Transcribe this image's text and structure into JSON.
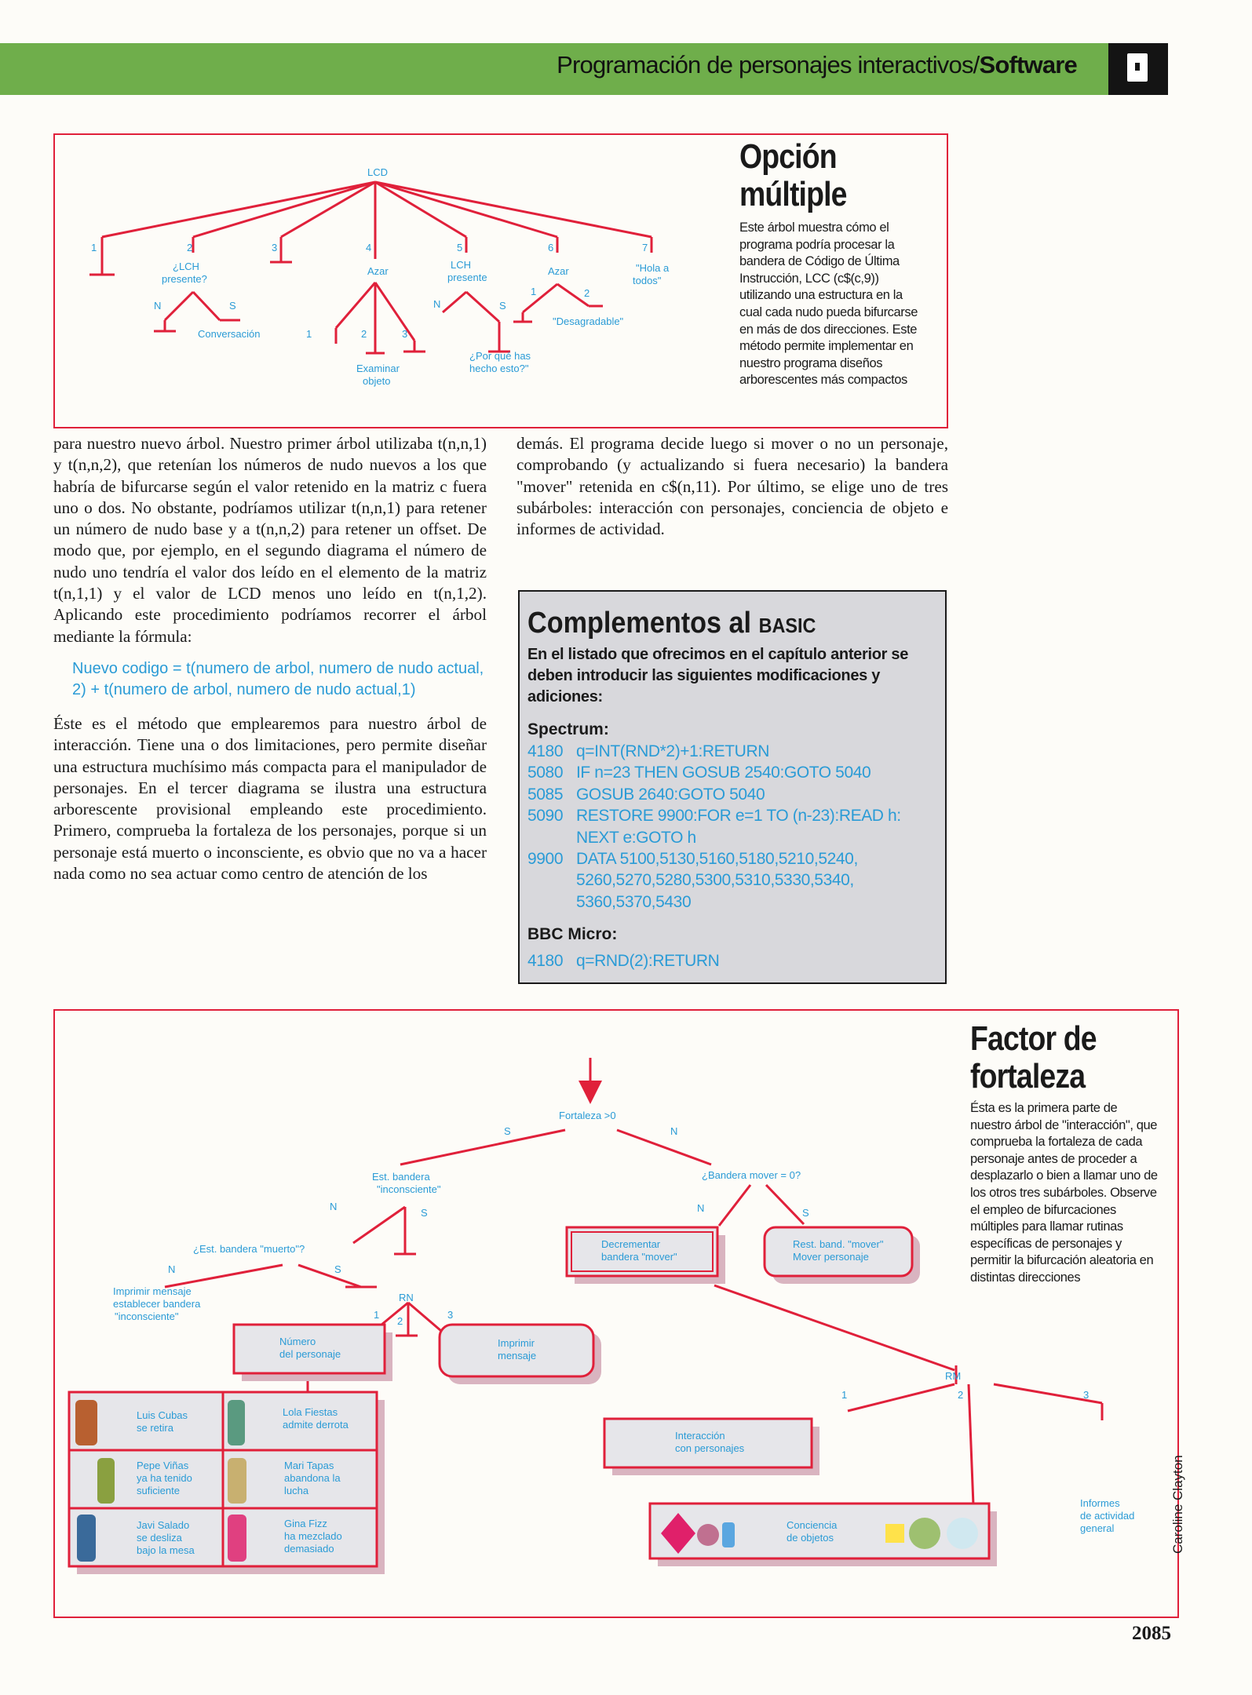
{
  "header": {
    "title_normal": "Programación de personajes interactivos/",
    "title_bold": "Software"
  },
  "figure1": {
    "title_line1": "Opción",
    "title_line2": "múltiple",
    "caption": "Este árbol muestra cómo el programa podría procesar la bandera de Código de Última Instrucción, LCC (c$(c,9)) utilizando una estructura en la cual cada nudo pueda bifurcarse en más de dos direcciones. Este método permite implementar en nuestro programa diseños arborescentes más compactos",
    "nodes": {
      "root": "LCD",
      "n1": "1",
      "n2": "2",
      "n3": "3",
      "n4": "4",
      "n5": "5",
      "n6": "6",
      "n7": "7",
      "lch_q1": "¿LCH",
      "lch_q2": "presente?",
      "azar": "Azar",
      "lch1": "LCH",
      "lch2": "presente",
      "hola1": "\"Hola a",
      "hola2": "todos\"",
      "no": "N",
      "si": "S",
      "conversacion": "Conversación",
      "examinar1": "Examinar",
      "examinar2": "objeto",
      "porque1": "¿Por qué has",
      "porque2": "hecho esto?\"",
      "desagradable": "\"Desagradable\""
    }
  },
  "body_left": {
    "p1": "para nuestro nuevo árbol. Nuestro primer árbol utilizaba t(n,n,1) y t(n,n,2), que retenían los números de nudo nuevos a los que habría de bifurcarse según el valor retenido en la matriz c fuera uno o dos. No obstante, podríamos utilizar t(n,n,1) para retener un número de nudo base y a t(n,n,2) para retener un offset. De modo que, por ejemplo, en el segundo diagrama el número de nudo uno tendría el valor dos leído en el elemento de la matriz t(n,1,1) y el valor de LCD menos uno leído en t(n,1,2). Aplicando este procedimiento podríamos recorrer el árbol mediante la fórmula:",
    "formula": "Nuevo codigo = t(numero de arbol, numero de nudo actual, 2) + t(numero de arbol, numero de nudo actual,1)",
    "p2": "Éste es el método que emplearemos para nuestro árbol de interacción. Tiene una o dos limitaciones, pero permite diseñar una estructura muchísimo más compacta para el manipulador de personajes. En el tercer diagrama se ilustra una estructura arborescente provisional empleando este procedimiento. Primero, comprueba la fortaleza de los personajes, porque si un personaje está muerto o inconsciente, es obvio que no va a hacer nada como no sea actuar como centro de atención de los"
  },
  "body_right": {
    "p1": "demás. El programa decide luego si mover o no un personaje, comprobando (y actualizando si fuera necesario) la bandera \"mover\" retenida en c$(n,11). Por último, se elige uno de tres subárboles: interacción con personajes, conciencia de objeto e informes de actividad."
  },
  "basic_panel": {
    "title": "Complementos al",
    "title_small": "BASIC",
    "lead": "En el listado que ofrecimos en el capítulo anterior se deben introducir las siguientes modificaciones y adiciones:",
    "spectrum_heading": "Spectrum:",
    "spectrum_lines": [
      {
        "num": "4180",
        "code": "q=INT(RND*2)+1:RETURN"
      },
      {
        "num": "5080",
        "code": "IF n=23 THEN GOSUB 2540:GOTO 5040"
      },
      {
        "num": "5085",
        "code": "GOSUB 2640:GOTO 5040"
      },
      {
        "num": "5090",
        "code": "RESTORE 9900:FOR e=1 TO (n-23):READ h:"
      },
      {
        "num": "",
        "code": "NEXT e:GOTO h"
      },
      {
        "num": "9900",
        "code": "DATA 5100,5130,5160,5180,5210,5240,"
      },
      {
        "num": "",
        "code": "5260,5270,5280,5300,5310,5330,5340,"
      },
      {
        "num": "",
        "code": "5360,5370,5430"
      }
    ],
    "bbc_heading": "BBC Micro:",
    "bbc_lines": [
      {
        "num": "4180",
        "code": "q=RND(2):RETURN"
      }
    ]
  },
  "figure2": {
    "title_line1": "Factor de",
    "title_line2": "fortaleza",
    "caption": "Ésta es la primera parte de nuestro árbol de \"interacción\", que comprueba la fortaleza de cada personaje antes de proceder a desplazarlo o bien a llamar uno de los otros tres subárboles. Observe el empleo de bifurcaciones múltiples para llamar rutinas específicas de personajes y permitir la bifurcación aleatoria en distintas direcciones",
    "nodes": {
      "fortaleza": "Fortaleza >0",
      "s": "S",
      "n": "N",
      "est_inc1": "Est. bandera",
      "est_inc2": "\"inconsciente\"",
      "bandera_mover": "¿Bandera mover = 0?",
      "est_muerto": "¿Est. bandera \"muerto\"?",
      "decr1": "Decrementar",
      "decr2": "bandera \"mover\"",
      "rest1": "Rest. band. \"mover\"",
      "rest2": "Mover personaje",
      "imp1": "Imprimir mensaje",
      "imp2": "establecer bandera",
      "imp3": "\"inconsciente\"",
      "rn": "RN",
      "one": "1",
      "two": "2",
      "three": "3",
      "numero1": "Número",
      "numero2": "del personaje",
      "imprimir1": "Imprimir",
      "imprimir2": "mensaje",
      "rm": "RM",
      "inter1": "Interacción",
      "inter2": "con personajes",
      "conc1": "Conciencia",
      "conc2": "de objetos",
      "inf1": "Informes",
      "inf2": "de actividad",
      "inf3": "general"
    },
    "characters": [
      {
        "l1": "Luis Cubas",
        "l2": "se retira",
        "l3": ""
      },
      {
        "l1": "Lola Fiestas",
        "l2": "admite derrota",
        "l3": ""
      },
      {
        "l1": "Pepe Viñas",
        "l2": "ya ha tenido",
        "l3": "suficiente"
      },
      {
        "l1": "Mari Tapas",
        "l2": "abandona la",
        "l3": "lucha"
      },
      {
        "l1": "Javi Salado",
        "l2": "se desliza",
        "l3": "bajo la mesa"
      },
      {
        "l1": "Gina Fizz",
        "l2": "ha mezclado",
        "l3": "demasiado"
      }
    ]
  },
  "page_number": "2085",
  "credit": "Caroline Clayton"
}
